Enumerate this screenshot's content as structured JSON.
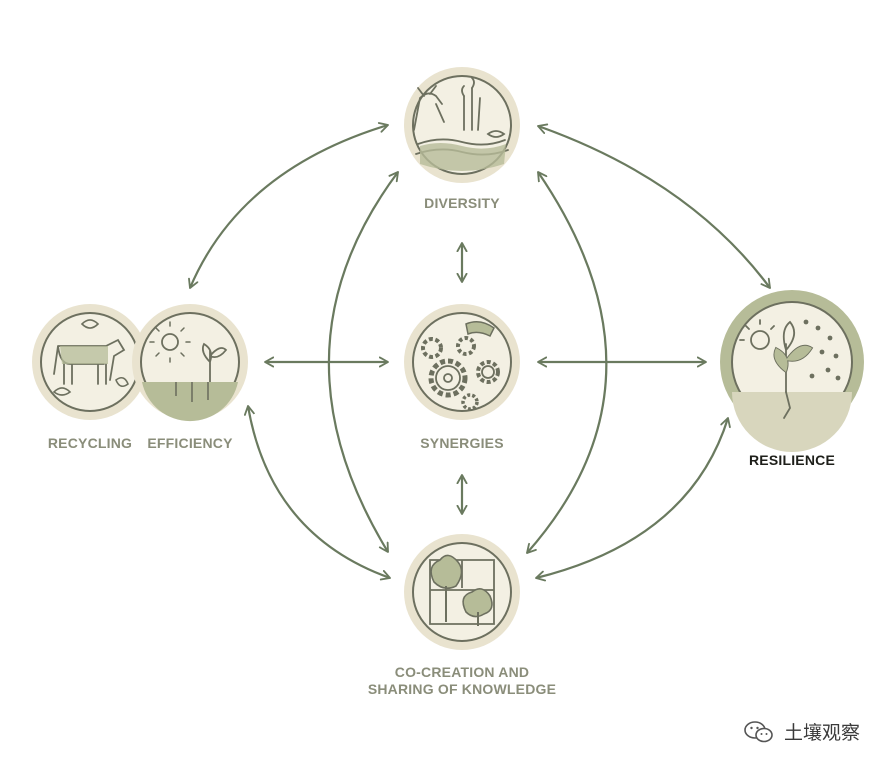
{
  "nodes": {
    "diversity": {
      "label": "DIVERSITY",
      "icon": "animal-plants-fish-icon"
    },
    "synergies": {
      "label": "SYNERGIES",
      "icon": "gears-icon"
    },
    "recycling": {
      "label": "RECYCLING",
      "icon": "cow-leaves-icon"
    },
    "efficiency": {
      "label": "EFFICIENCY",
      "icon": "sun-seedlings-icon"
    },
    "resilience": {
      "label": "RESILIENCE",
      "icon": "plant-sun-rain-icon"
    },
    "cocreation": {
      "label_line1": "CO-CREATION AND",
      "label_line2": "SHARING OF KNOWLEDGE",
      "icon": "tree-puzzle-icon"
    }
  },
  "watermark": {
    "text": "土壤观察",
    "icon": "wechat-icon"
  },
  "colors": {
    "arrow": "#6a7a5f",
    "ring": "#e9e3cf",
    "icon_fill": "#f3f0e3",
    "icon_line": "#6d705f",
    "green": "#b6bc98",
    "label": "#8a8d7a",
    "label_strong": "#1e1f1a"
  }
}
